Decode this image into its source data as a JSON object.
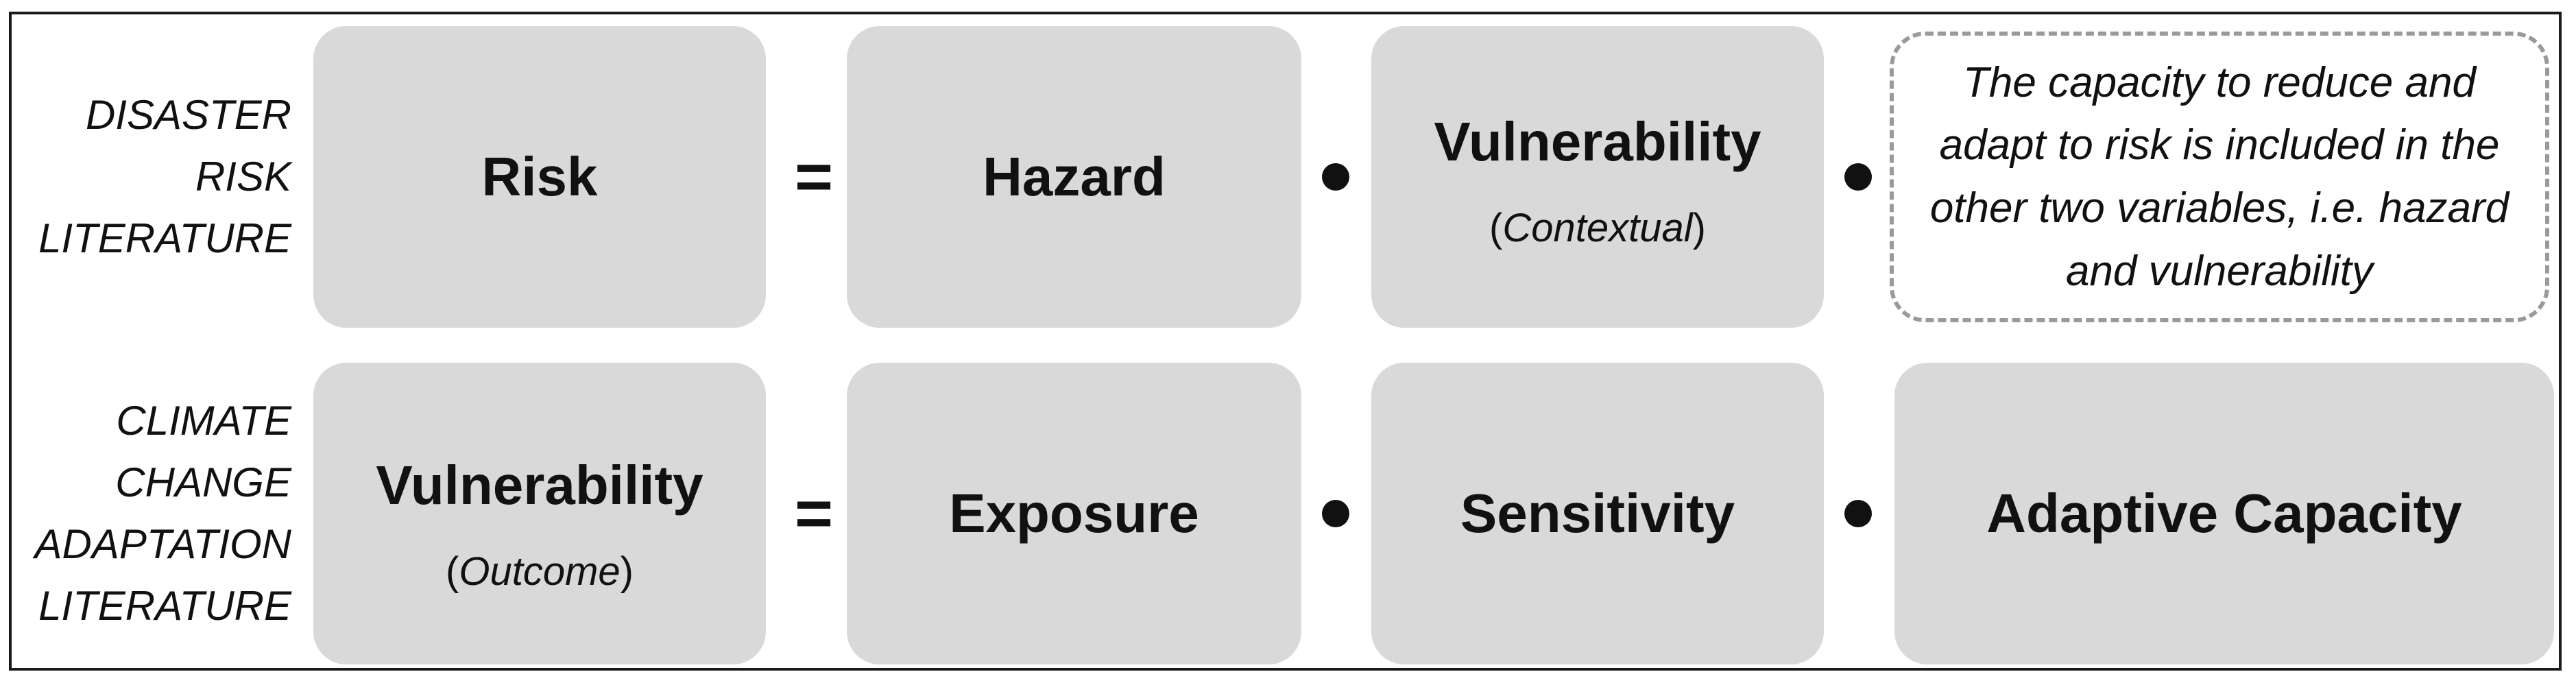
{
  "rows": [
    {
      "label_lines": [
        "DISASTER",
        "RISK",
        "LITERATURE"
      ],
      "result": {
        "title": "Risk",
        "sub": ""
      },
      "equals": "=",
      "term1": {
        "title": "Hazard",
        "sub": ""
      },
      "term2": {
        "title": "Vulnerability",
        "sub": "Contextual"
      },
      "note": "The capacity to reduce and adapt to risk is included in the other two variables, i.e. hazard and vulnerability"
    },
    {
      "label_lines": [
        "CLIMATE",
        "CHANGE",
        "ADAPTATION",
        "LITERATURE"
      ],
      "result": {
        "title": "Vulnerability",
        "sub": "Outcome"
      },
      "equals": "=",
      "term1": {
        "title": "Exposure",
        "sub": ""
      },
      "term2": {
        "title": "Sensitivity",
        "sub": ""
      },
      "term3": {
        "title": "Adaptive Capacity",
        "sub": ""
      }
    }
  ]
}
